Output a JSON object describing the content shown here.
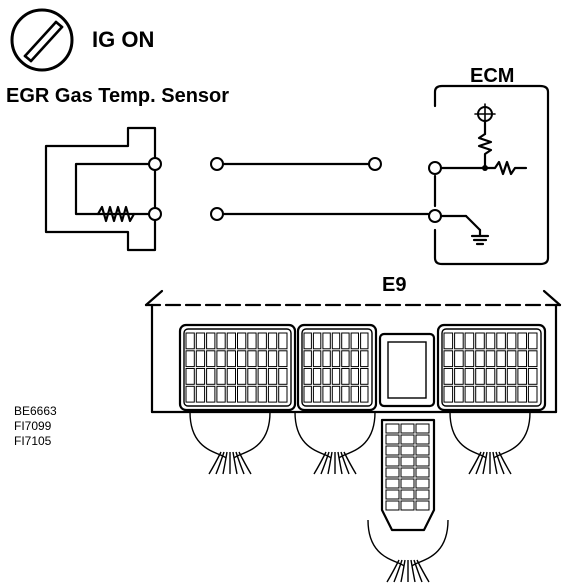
{
  "header": {
    "ignition_label": "IG ON"
  },
  "sensor": {
    "label": "EGR Gas Temp. Sensor"
  },
  "ecm": {
    "label": "ECM"
  },
  "connector": {
    "label": "E9"
  },
  "figure_codes": [
    "BE6663",
    "FI7099",
    "FI7105"
  ],
  "icons": {
    "ignition": "ignition-key-icon"
  }
}
